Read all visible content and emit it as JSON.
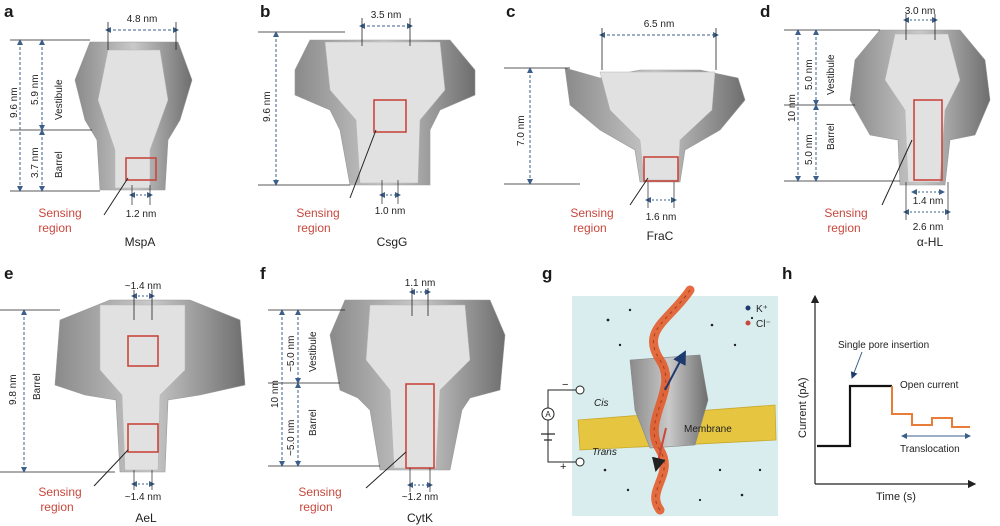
{
  "panels": {
    "a": {
      "letter": "a",
      "name": "MspA",
      "top": "4.8 nm",
      "height": "9.6 nm",
      "vest": "5.9 nm",
      "barrel_dim": "3.7 nm",
      "vest_lbl": "Vestibule",
      "barrel_lbl": "Barrel",
      "bottom": "1.2 nm",
      "sensing1": "Sensing",
      "sensing2": "region"
    },
    "b": {
      "letter": "b",
      "name": "CsgG",
      "top": "3.5 nm",
      "height": "9.6 nm",
      "bottom": "1.0 nm",
      "sensing1": "Sensing",
      "sensing2": "region"
    },
    "c": {
      "letter": "c",
      "name": "FraC",
      "top": "6.5 nm",
      "height": "7.0 nm",
      "bottom": "1.6 nm",
      "sensing1": "Sensing",
      "sensing2": "region"
    },
    "d": {
      "letter": "d",
      "name": "α-HL",
      "top": "3.0 nm",
      "height": "10 nm",
      "vest": "5.0 nm",
      "barrel_dim": "5.0 nm",
      "vest_lbl": "Vestibule",
      "barrel_lbl": "Barrel",
      "bottom1": "1.4 nm",
      "bottom2": "2.6 nm",
      "sensing1": "Sensing",
      "sensing2": "region"
    },
    "e": {
      "letter": "e",
      "name": "AeL",
      "top": "~1.4 nm",
      "height": "9.8 nm",
      "barrel_lbl": "Barrel",
      "bottom": "~1.4 nm",
      "sensing1": "Sensing",
      "sensing2": "region"
    },
    "f": {
      "letter": "f",
      "name": "CytK",
      "top": "1.1 nm",
      "height": "10 nm",
      "vest": "~5.0 nm",
      "barrel_dim": "~5.0 nm",
      "vest_lbl": "Vestibule",
      "barrel_lbl": "Barrel",
      "bottom": "~1.2 nm",
      "sensing1": "Sensing",
      "sensing2": "region"
    },
    "g": {
      "letter": "g",
      "k": "K⁺",
      "cl": "Cl⁻",
      "cis": "Cis",
      "trans": "Trans",
      "membrane": "Membrane",
      "minus": "−",
      "plus": "+",
      "amp": "A"
    },
    "h": {
      "letter": "h",
      "ylabel": "Current (pA)",
      "xlabel": "Time (s)",
      "insertion": "Single pore insertion",
      "open": "Open current",
      "translocation": "Translocation"
    }
  },
  "colors": {
    "accent_red": "#c8483d",
    "dim_blue": "#3b5f8a",
    "membrane": "#e6c640",
    "blockade": "#e87d3a",
    "bg_g": "#d9edee"
  }
}
